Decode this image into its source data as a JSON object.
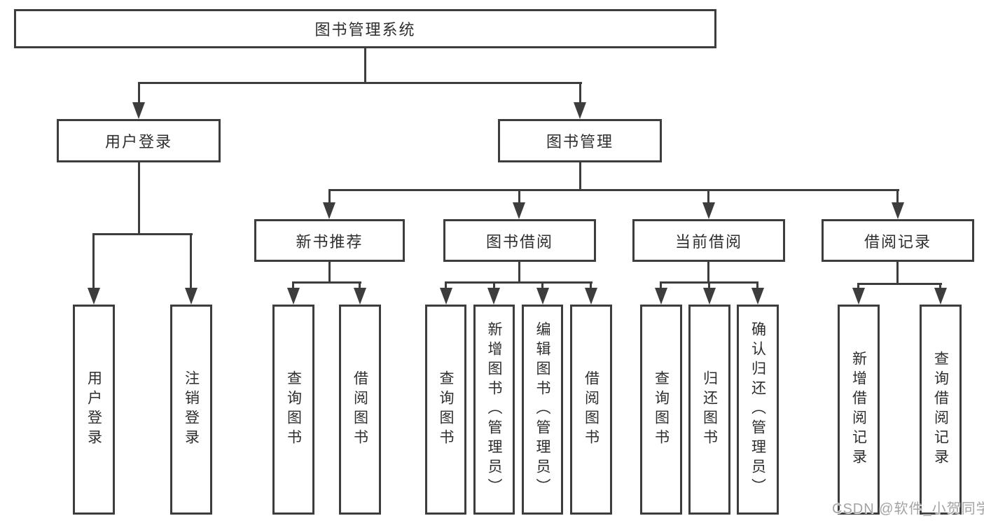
{
  "colors": {
    "line": "#3d3d3d",
    "box_background": "#ffffff",
    "text": "#2e2e2e",
    "watermark": "#a3a3a3"
  },
  "nodes": {
    "root": "图书管理系统",
    "user_login": "用户登录",
    "book_management": "图书管理",
    "new_book_recommend": "新书推荐",
    "book_borrow": "图书借阅",
    "current_borrow": "当前借阅",
    "borrow_records": "借阅记录",
    "leaf_user_login": "用户登录",
    "leaf_logout": "注销登录",
    "leaf_query_books_a": "查询图书",
    "leaf_borrow_books_a": "借阅图书",
    "leaf_query_books_b": "查询图书",
    "leaf_add_books_admin": "新增图书（管理员）",
    "leaf_edit_books_admin": "编辑图书（管理员）",
    "leaf_borrow_books_b": "借阅图书",
    "leaf_query_books_c": "查询图书",
    "leaf_return_books": "归还图书",
    "leaf_confirm_return_admin": "确认归还（管理员）",
    "leaf_add_borrow_record": "新增借阅记录",
    "leaf_query_borrow_record": "查询借阅记录"
  },
  "watermark": "CSDN @软件_小贺同学"
}
